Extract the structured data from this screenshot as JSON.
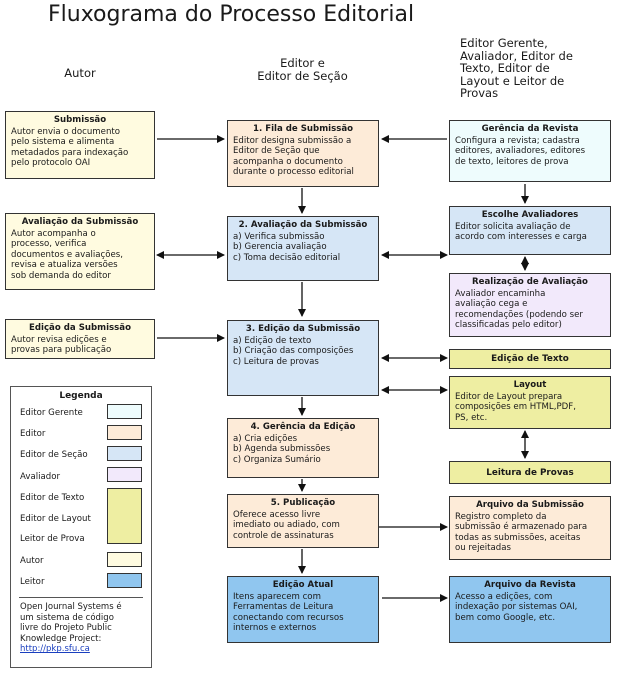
{
  "title": "Fluxograma do Processo Editorial",
  "columns": {
    "autor": "Autor",
    "editor": "Editor e\nEditor de Seção",
    "gerente": "Editor Gerente,\nAvaliador, Editor de\nTexto, Editor de\nLayout e Leitor de\nProvas"
  },
  "colors": {
    "editor_gerente": "#eefcfd",
    "editor": "#fdebd8",
    "editor_secao": "#d6e6f6",
    "avaliador": "#f2e9fb",
    "editor_texto_layout_prova": "#eeeea2",
    "autor": "#fffbe0",
    "leitor": "#90c6ef"
  },
  "author_boxes": [
    {
      "title": "Submissão",
      "text": "Autor envia o documento\npelo sistema e alimenta\nmetadados para indexação\npelo protocolo OAI"
    },
    {
      "title": "Avaliação da Submissão",
      "text": "Autor acompanha o\nprocesso, verifica\ndocumentos e avaliações,\nrevisa e atualiza versões\nsob demanda do editor"
    },
    {
      "title": "Edição da Submissão",
      "text": "Autor revisa edições e\nprovas para publicação"
    }
  ],
  "editor_boxes": [
    {
      "title": "1. Fila de Submissão",
      "text": "Editor designa submissão a\nEditor de Seção que\nacompanha o documento\ndurante o processo editorial"
    },
    {
      "title": "2. Avaliação da Submissão",
      "text": "a) Verifica submissão\nb) Gerencia avaliação\nc) Toma decisão editorial"
    },
    {
      "title": "3. Edição da Submissão",
      "text": "a) Edição de texto\nb) Criação das composições\nc) Leitura de provas"
    },
    {
      "title": "4. Gerência da Edição",
      "text": "a) Cria edições\nb) Agenda submissões\nc) Organiza Sumário"
    },
    {
      "title": "5. Publicação",
      "text": "Oferece acesso livre\nimediato ou adiado, com\ncontrole de assinaturas"
    },
    {
      "title": "Edição Atual",
      "text": "Itens aparecem com\nFerramentas de Leitura\nconectando com recursos\ninternos e externos"
    }
  ],
  "manager_boxes": [
    {
      "title": "Gerência da Revista",
      "text": "Configura a revista; cadastra\neditores, avaliadores, editores\nde texto, leitores de prova"
    },
    {
      "title": "Escolhe Avaliadores",
      "text": "Editor solicita avaliação de\nacordo com interesses e carga"
    },
    {
      "title": "Realização de Avaliação",
      "text": "Avaliador encaminha\navaliação cega e\nrecomendações (podendo ser\nclassificadas pelo editor)"
    },
    {
      "title": "Edição de Texto",
      "text": ""
    },
    {
      "title": "Layout",
      "text": "Editor de Layout prepara\ncomposições em HTML,PDF,\nPS, etc."
    },
    {
      "title": "Leitura de Provas",
      "text": ""
    },
    {
      "title": "Arquivo da Submissão",
      "text": "Registro completo da\nsubmissão é armazenado para\ntodas as submissões, aceitas\nou rejeitadas"
    },
    {
      "title": "Arquivo da Revista",
      "text": "Acesso a edições, com\nindexação por sistemas OAI,\nbem como Google, etc."
    }
  ],
  "legend": {
    "title": "Legenda",
    "items": [
      "Editor Gerente",
      "Editor",
      "Editor de Seção",
      "Avaliador",
      "Editor de Texto",
      "Editor de Layout",
      "Leitor de Prova",
      "Autor",
      "Leitor"
    ],
    "footer": "Open Journal Systems é\num sistema de código\nlivre do Projeto Public\nKnowledge Project:",
    "url": "http://pkp.sfu.ca"
  }
}
